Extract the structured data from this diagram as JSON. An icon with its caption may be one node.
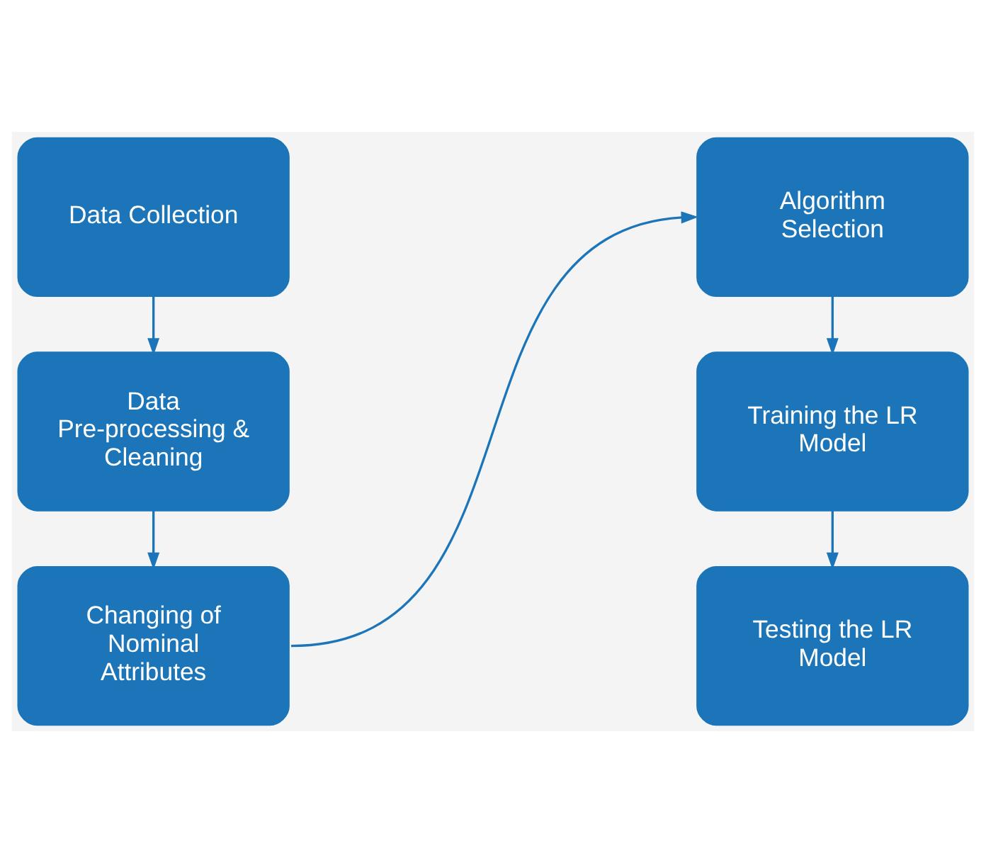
{
  "diagram": {
    "nodes": [
      {
        "text": [
          "Data Collection"
        ]
      },
      {
        "text": [
          "Data Pre-processing & Cleaning"
        ]
      },
      {
        "text": [
          "Changing of Nominal Attributes"
        ]
      },
      {
        "text": [
          "Algorithm Selection"
        ]
      },
      {
        "text": [
          "Training the LR Model"
        ]
      },
      {
        "text": [
          "Testing the LR Model"
        ]
      }
    ],
    "edges": [
      {
        "from": 0,
        "to": 1,
        "arrow": "to"
      },
      {
        "from": 1,
        "to": 2,
        "arrow": "to"
      },
      {
        "from": 2,
        "to": 3,
        "arrow": "to"
      },
      {
        "from": 3,
        "to": 4,
        "arrow": "to"
      },
      {
        "from": 4,
        "to": 5,
        "arrow": "to"
      }
    ]
  }
}
